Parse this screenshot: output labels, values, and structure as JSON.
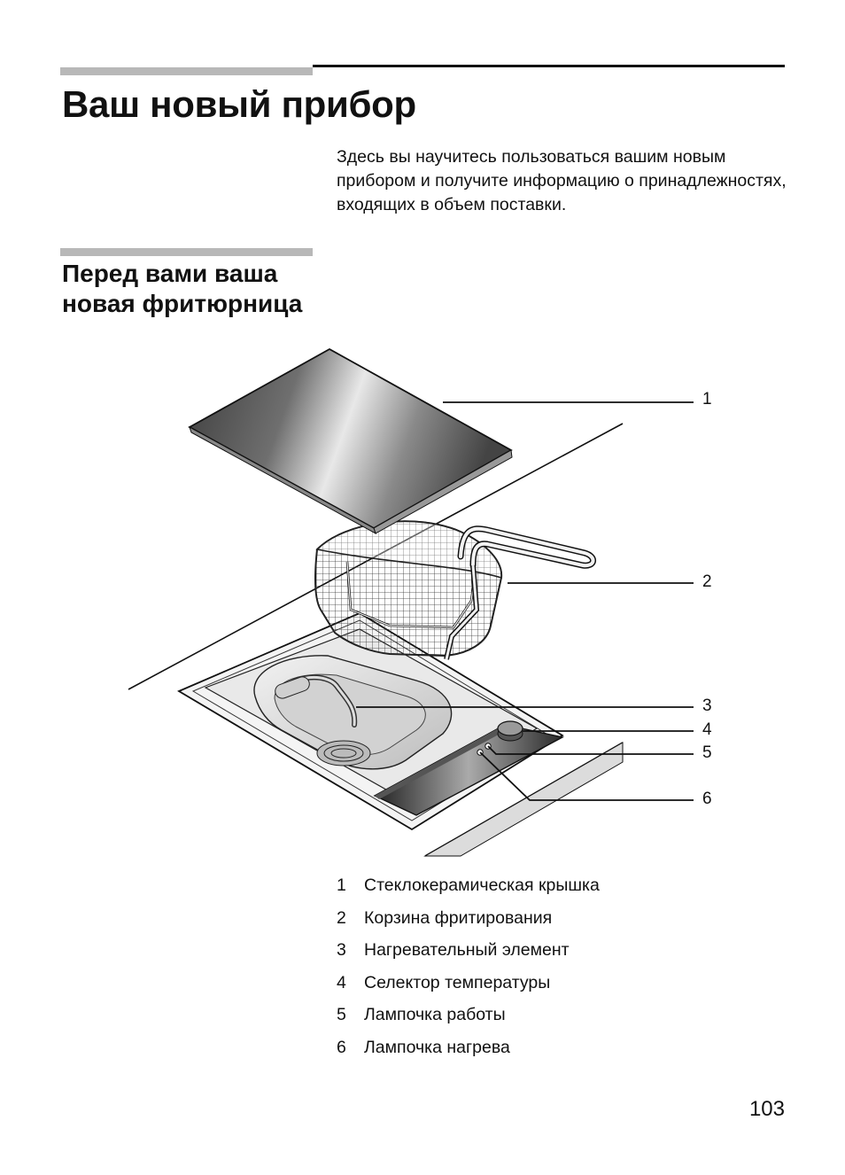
{
  "heading": {
    "title": "Ваш новый прибор",
    "intro": "Здесь вы научитесь пользоваться вашим новым прибором и получите информацию о принадлежностях, входящих в объем поставки."
  },
  "section": {
    "title_line1": "Перед вами ваша",
    "title_line2": "новая фритюрница"
  },
  "figure": {
    "callouts": [
      "1",
      "2",
      "3",
      "4",
      "5",
      "6"
    ]
  },
  "legend": [
    {
      "num": "1",
      "label": "Стеклокерамическая крышка"
    },
    {
      "num": "2",
      "label": "Корзина фритирования"
    },
    {
      "num": "3",
      "label": "Нагревательный элемент"
    },
    {
      "num": "4",
      "label": "Селектор температуры"
    },
    {
      "num": "5",
      "label": "Лампочка работы"
    },
    {
      "num": "6",
      "label": "Лампочка нагрева"
    }
  ],
  "page_number": "103"
}
